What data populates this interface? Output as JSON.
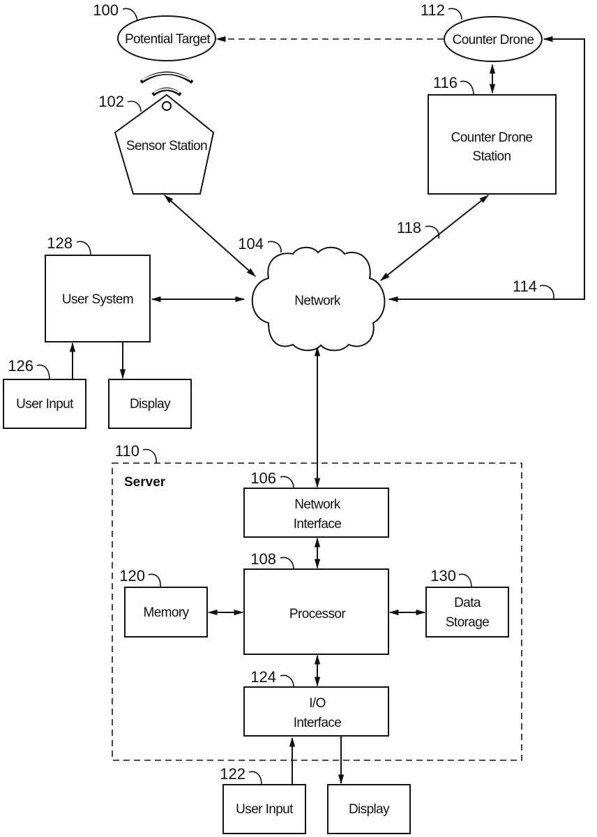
{
  "figure": {
    "nodes": {
      "potential_target": {
        "label": "Potential Target",
        "ref": "100"
      },
      "sensor_station": {
        "label": "Sensor Station",
        "ref": "102"
      },
      "network": {
        "label": "Network",
        "ref": "104"
      },
      "network_interface": {
        "line1": "Network",
        "line2": "Interface",
        "ref": "106"
      },
      "processor": {
        "label": "Processor",
        "ref": "108"
      },
      "server": {
        "label": "Server",
        "ref": "110"
      },
      "counter_drone": {
        "label": "Counter Drone",
        "ref": "112"
      },
      "counter_drone_station": {
        "line1": "Counter Drone",
        "line2": "Station",
        "ref": "116"
      },
      "memory": {
        "label": "Memory",
        "ref": "120"
      },
      "server_user_input": {
        "label": "User Input",
        "ref": "122"
      },
      "server_display": {
        "label": "Display"
      },
      "io_interface": {
        "line1": "I/O",
        "line2": "Interface",
        "ref": "124"
      },
      "user_system_input": {
        "label": "User Input",
        "ref": "126"
      },
      "user_system_display": {
        "label": "Display"
      },
      "user_system": {
        "label": "User System",
        "ref": "128"
      },
      "data_storage": {
        "line1": "Data",
        "line2": "Storage",
        "ref": "130"
      }
    },
    "links": {
      "counter_drone_to_network": {
        "ref": "114"
      },
      "station_to_network": {
        "ref": "118"
      }
    }
  }
}
